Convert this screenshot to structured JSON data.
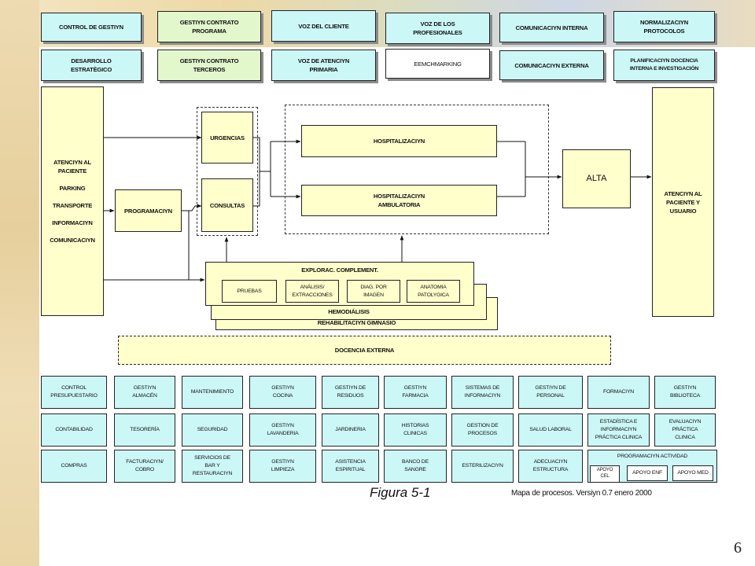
{
  "top_row1": [
    "CONTROL DE GESTIYN",
    "GESTIYN CONTRATO\nPROGRAMA",
    "VOZ DEL CLIENTE",
    "VOZ DE LOS\nPROFESIONALES",
    "COMUNICACIYN INTERNA",
    "NORMALIZACIYN\nPROTOCOLOS"
  ],
  "top_row2": [
    "DESARROLLO\nESTRATÈGICO",
    "GESTIYN CONTRATO\nTERCEROS",
    "VOZ DE ATENCIYN\nPRIMARIA",
    "EEMCHMARKING",
    "COMUNICACIYN EXTERNA",
    "PLANIFICACIYN DOCENCIA\nINTERNA E INVESTIGACIÓN"
  ],
  "flow": {
    "patient_in": "ATENCIYN AL\nPACIENTE\n\nPARKING\n\nTRANSPORTE\n\nINFORMACIYN\n\nCOMUNICACIYN",
    "programacion": "PROGRAMACIYN",
    "urgencias": "URGENCIAS",
    "consultas": "CONSULTAS",
    "hospitalizacion": "HOSPITALIZACIYN",
    "hospitalizacion_amb": "HOSPITALIZACIYN\nAMBULATORIA",
    "alta": "ALTA",
    "patient_out": "ATENCIYN AL\nPACIENTE Y\nUSUARIO",
    "exploraciones": "EXPLORAC. COMPLEMENT.",
    "pruebas": "PRUEBAS",
    "analisis": "ANÁLISIS/\nEXTRACCIONES",
    "diagnostico": "DIAG. POR\nIMAGEN",
    "anatomia": "ANATOMIA\nPATOLYGICA",
    "hemodialisis": "HEMODIÁLISIS",
    "rehabilitacion": "REHABILITACIYN GIMNASIO",
    "docencia": "DOCENCIA EXTERNA"
  },
  "support_rows": [
    [
      "CONTROL\nPRESUPUESTARIO",
      "GESTIYN\nALMACÉN",
      "MANTENIMIENTO",
      "GESTIYN\nCOCINA",
      "GESTIYN DE\nRESIDUOS",
      "GESTIYN\nFARMACIA",
      "SISTEMAS DE\nINFORMACIYN",
      "GESTIYN DE\nPERSONAL",
      "FORMACIYN",
      "GESTIYN\nBIBLIOTECA"
    ],
    [
      "CONTABILIDAD",
      "TESORERÍA",
      "SEGURIDAD",
      "GESTIYN\nLAVANDERIA",
      "JARDINERIA",
      "HISTORIAS\nCLINICAS",
      "GESTION DE\nPROCESOS",
      "SALUD LABORAL",
      "ESTADÍSTICA E\nINFORMACIYN\nPRÁCTICA CLINICA",
      "EVALUACIYN\nPRÁCTICA\nCLINICA"
    ],
    [
      "COMPRAS",
      "FACTURACIYN/\nCOBRO",
      "SERVICIOS DE\nBAR Y\nRESTAURACIYN",
      "GESTIYN\nLIMPIEZA",
      "ASISTENCIA\nESPIRITUAL",
      "BANCO DE\nSANGRE",
      "ESTERILIZACIYN",
      "ADECUACIYN\nESTRUCTURA"
    ]
  ],
  "programacion_actividad": {
    "title": "PROGRAMACIYN ACTIVIDAD",
    "items": [
      "APOYO\nCEL",
      "APOYO ENF",
      "APOYO MED"
    ]
  },
  "figure_caption": "Figura 5-1",
  "map_caption": "Mapa de procesos. Versiyn 0.7 enero 2000",
  "page_number": "6"
}
